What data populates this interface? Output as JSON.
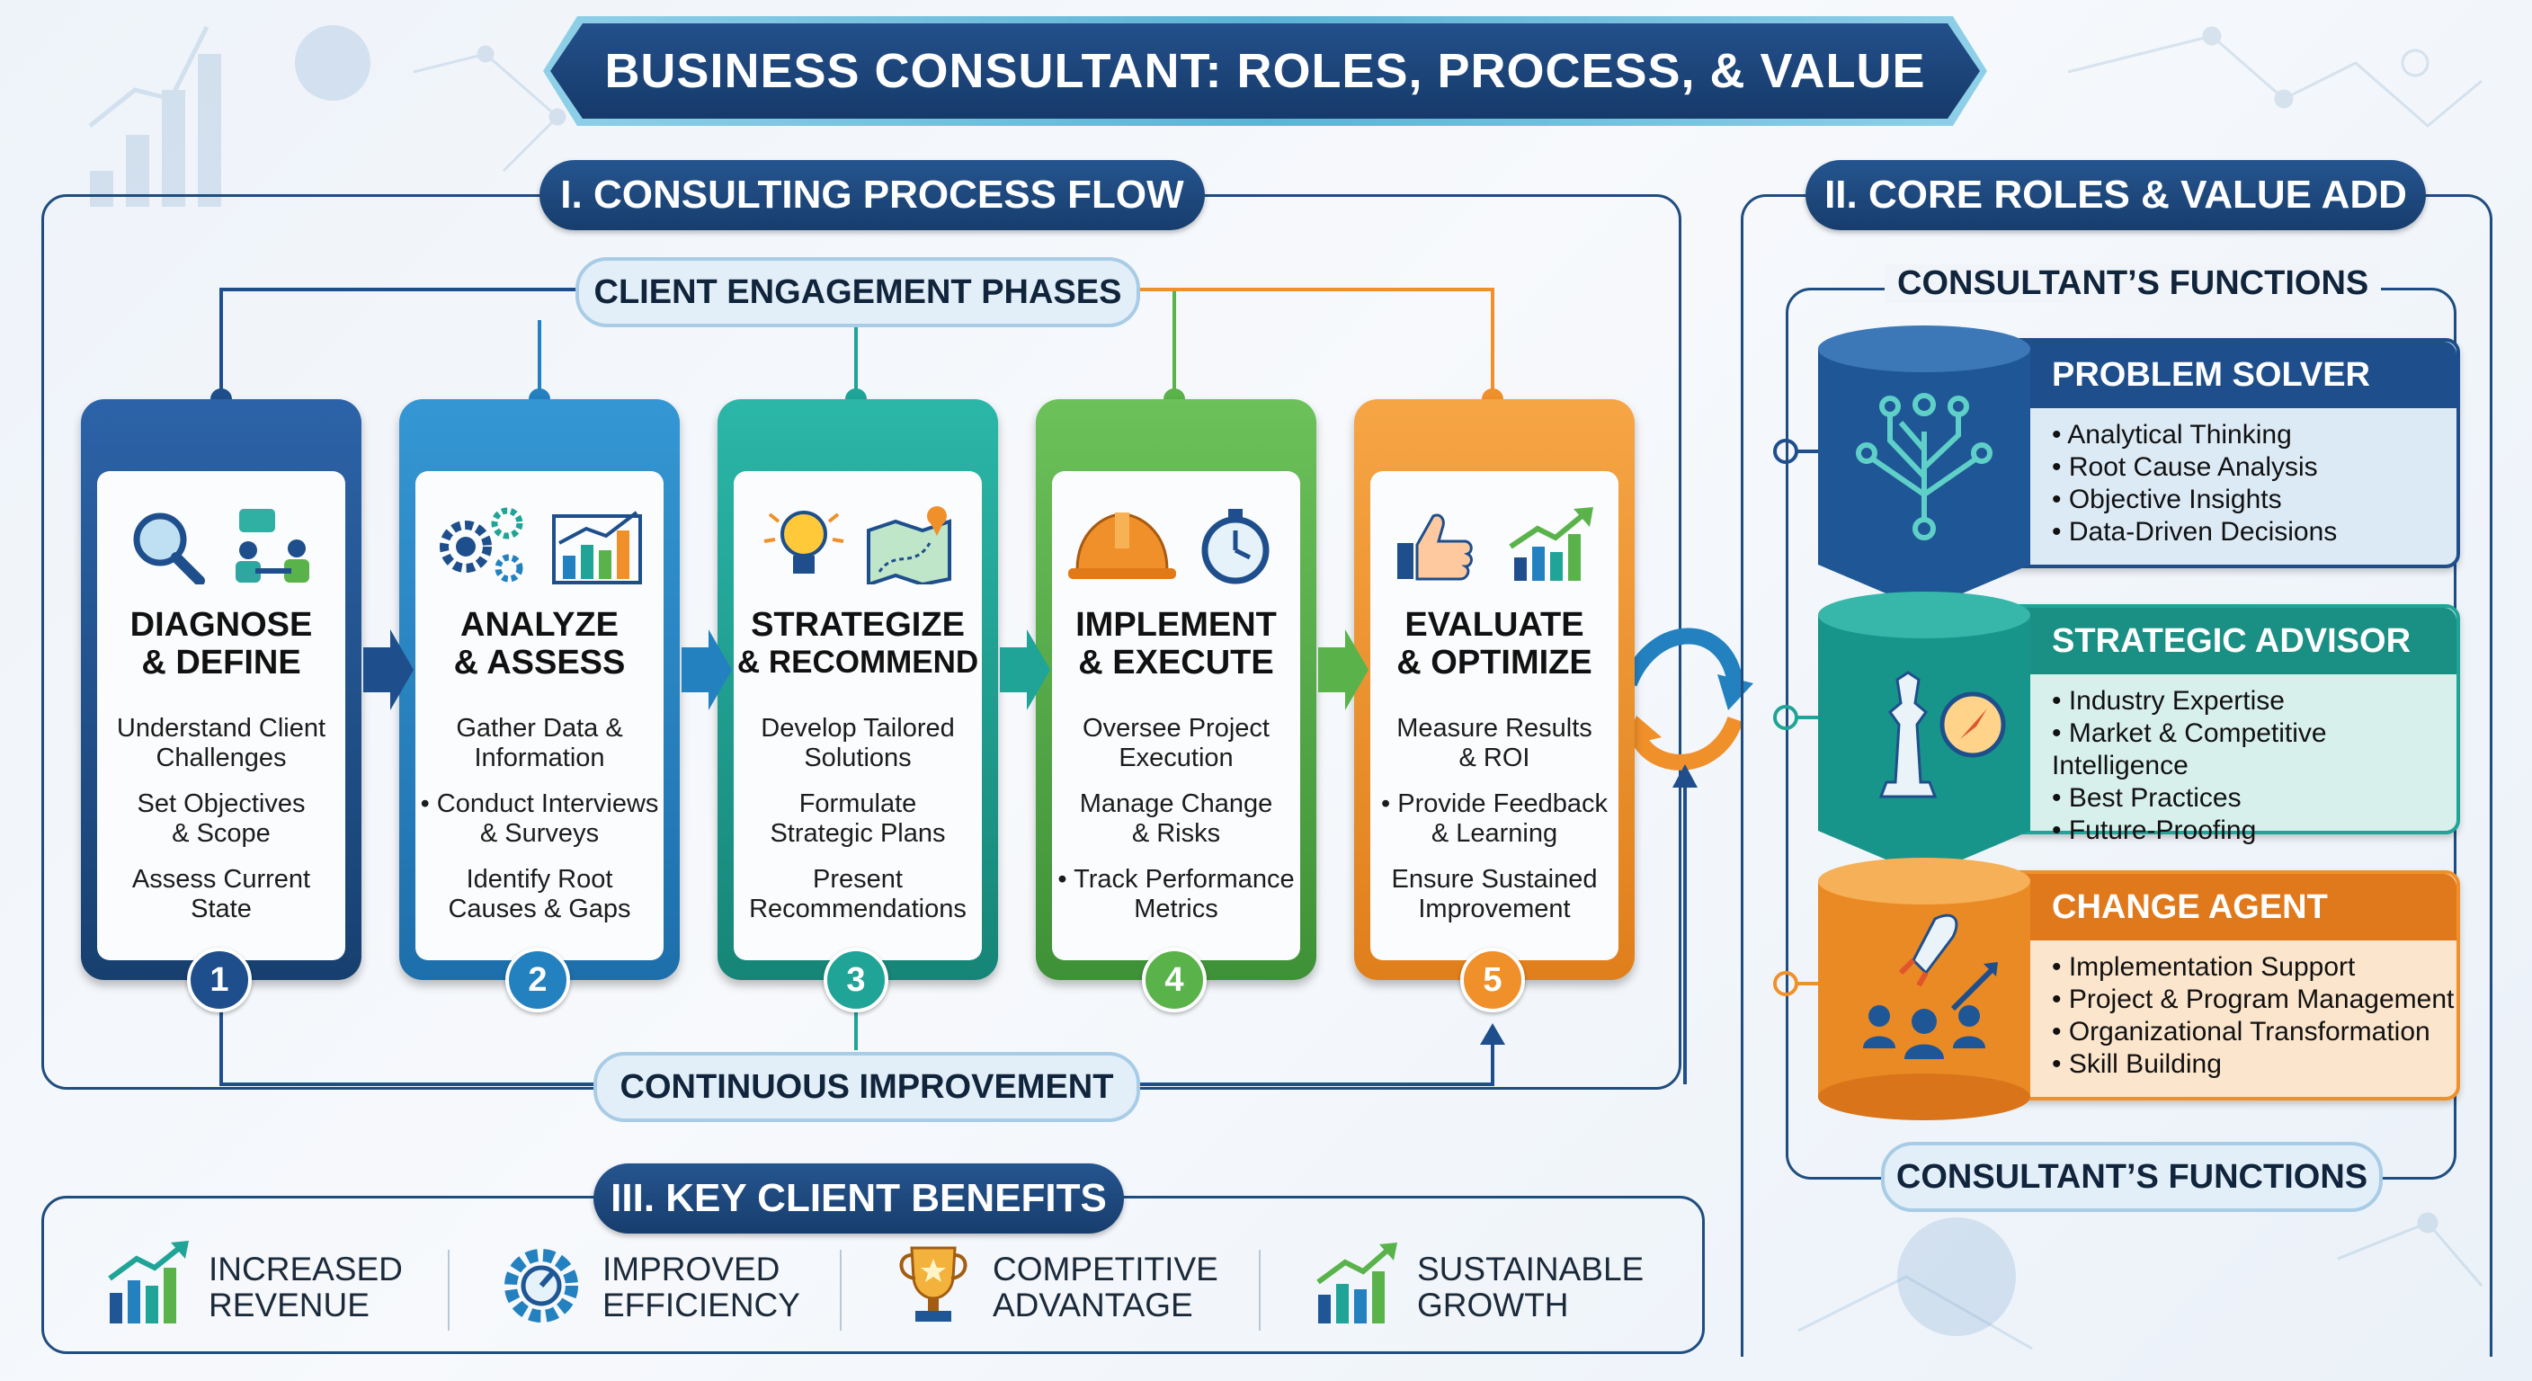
{
  "title": "BUSINESS CONSULTANT: ROLES, PROCESS, & VALUE",
  "colors": {
    "navy": "#1f4d7f",
    "phase1": "#1e4f8c",
    "phase2": "#2381c0",
    "phase3": "#1fa497",
    "phase4": "#5ab34a",
    "phase5": "#f0902a"
  },
  "process": {
    "heading": "I. CONSULTING PROCESS FLOW",
    "engagement_label": "CLIENT ENGAGEMENT PHASES",
    "continuous_label": "CONTINUOUS IMPROVEMENT",
    "phases": [
      {
        "number": "1",
        "title_line1": "DIAGNOSE",
        "title_line2": "& DEFINE",
        "icons": [
          "magnifier-icon",
          "meeting-icon"
        ],
        "items": [
          {
            "line1": "Understand Client",
            "line2": "Challenges"
          },
          {
            "line1": "Set Objectives",
            "line2": "& Scope"
          },
          {
            "line1": "Assess Current",
            "line2": "State"
          }
        ]
      },
      {
        "number": "2",
        "title_line1": "ANALYZE",
        "title_line2": "& ASSESS",
        "icons": [
          "gears-icon",
          "bar-chart-icon"
        ],
        "items": [
          {
            "line1": "Gather Data &",
            "line2": "Information"
          },
          {
            "line1": "• Conduct Interviews",
            "line2": "& Surveys"
          },
          {
            "line1": "Identify Root",
            "line2": "Causes & Gaps"
          }
        ]
      },
      {
        "number": "3",
        "title_line1": "STRATEGIZE",
        "title_line2": "& RECOMMEND",
        "icons": [
          "lightbulb-icon",
          "map-icon"
        ],
        "items": [
          {
            "line1": "Develop Tailored",
            "line2": "Solutions"
          },
          {
            "line1": "Formulate",
            "line2": "Strategic Plans"
          },
          {
            "line1": "Present",
            "line2": "Recommendations"
          }
        ]
      },
      {
        "number": "4",
        "title_line1": "IMPLEMENT",
        "title_line2": "& EXECUTE",
        "icons": [
          "hard-hat-icon",
          "stopwatch-icon"
        ],
        "items": [
          {
            "line1": "Oversee Project",
            "line2": "Execution"
          },
          {
            "line1": "Manage Change",
            "line2": "& Risks"
          },
          {
            "line1": "• Track Performance",
            "line2": "Metrics"
          }
        ]
      },
      {
        "number": "5",
        "title_line1": "EVALUATE",
        "title_line2": "& OPTIMIZE",
        "icons": [
          "thumbs-up-icon",
          "growth-chart-icon"
        ],
        "items": [
          {
            "line1": "Measure Results",
            "line2": "& ROI"
          },
          {
            "line1": "• Provide Feedback",
            "line2": "& Learning"
          },
          {
            "line1": "Ensure Sustained",
            "line2": "Improvement"
          }
        ]
      }
    ]
  },
  "roles": {
    "heading": "II. CORE ROLES & VALUE ADD",
    "top_label": "CONSULTANT’S FUNCTIONS",
    "bottom_label": "CONSULTANT’S FUNCTIONS",
    "items": [
      {
        "title": "PROBLEM SOLVER",
        "icon": "circuit-brain-icon",
        "points": [
          "Analytical Thinking",
          "Root Cause Analysis",
          "Objective Insights",
          "Data-Driven Decisions"
        ]
      },
      {
        "title": "STRATEGIC ADVISOR",
        "icon": "chess-compass-icon",
        "points": [
          "Industry Expertise",
          "Market & Competitive Intelligence",
          "Best Practices",
          "Future-Proofing"
        ]
      },
      {
        "title": "CHANGE AGENT",
        "icon": "rocket-team-icon",
        "points": [
          "Implementation Support",
          "Project & Program Management",
          "Organizational Transformation",
          "Skill Building"
        ]
      }
    ]
  },
  "benefits": {
    "heading": "III. KEY CLIENT BENEFITS",
    "items": [
      {
        "line1": "INCREASED",
        "line2": "REVENUE",
        "icon": "revenue-chart-icon"
      },
      {
        "line1": "IMPROVED",
        "line2": "EFFICIENCY",
        "icon": "efficiency-gear-icon"
      },
      {
        "line1": "COMPETITIVE",
        "line2": "ADVANTAGE",
        "icon": "trophy-icon"
      },
      {
        "line1": "SUSTAINABLE",
        "line2": "GROWTH",
        "icon": "growth-arrow-icon"
      }
    ]
  }
}
